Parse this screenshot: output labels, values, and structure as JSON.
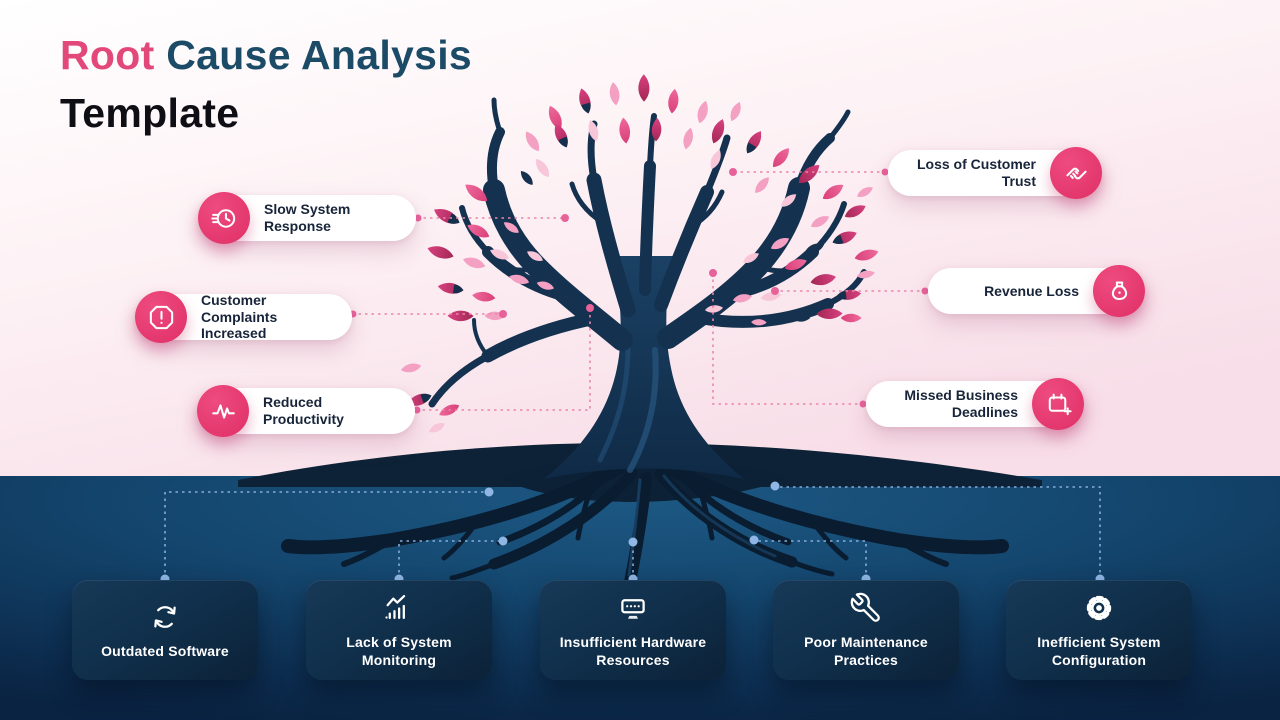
{
  "title": {
    "accent": "Root",
    "rest": "Cause Analysis",
    "line2": "Template"
  },
  "effects_left": [
    {
      "label": "Slow System Response",
      "icon": "fast-clock-icon"
    },
    {
      "label": "Customer Complaints Increased",
      "icon": "alert-octagon-icon"
    },
    {
      "label": "Reduced Productivity",
      "icon": "pulse-icon"
    }
  ],
  "effects_right": [
    {
      "label": "Loss of Customer Trust",
      "icon": "handshake-icon"
    },
    {
      "label": "Revenue Loss",
      "icon": "money-bag-icon"
    },
    {
      "label": "Missed Business Deadlines",
      "icon": "calendar-plus-icon"
    }
  ],
  "causes": [
    {
      "label": "Outdated Software",
      "icon": "refresh-icon"
    },
    {
      "label": "Lack of System Monitoring",
      "icon": "line-chart-icon"
    },
    {
      "label": "Insufficient Hardware Resources",
      "icon": "hardware-monitor-icon"
    },
    {
      "label": "Poor Maintenance Practices",
      "icon": "wrench-icon"
    },
    {
      "label": "Inefficient System Configuration",
      "icon": "gear-icon"
    }
  ],
  "colors": {
    "accent_pink": "#E3487B",
    "title_blue": "#1C4B67",
    "badge_pink": "#E23A6E",
    "connector_pink": "#E987AA",
    "connector_blue": "#85ADDC",
    "sky_pink": "#F8DEE8",
    "sea_blue": "#14476F",
    "card_navy": "#10304C"
  }
}
